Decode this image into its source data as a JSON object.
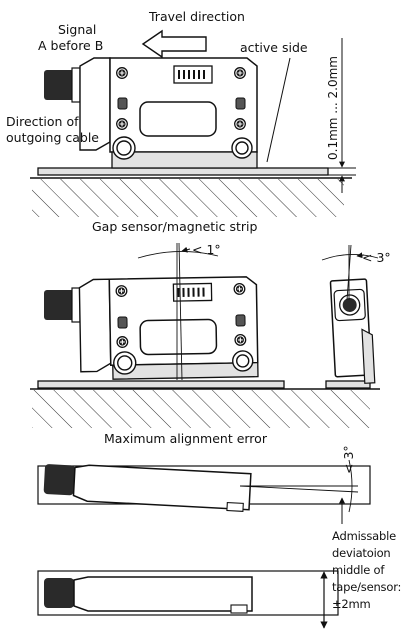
{
  "labels": {
    "travel_direction": "Travel direction",
    "signal_line1": "Signal",
    "signal_line2": "A before B",
    "active_side": "active side",
    "gap_range": "0.1mm ... 2.0mm",
    "cable_line1": "Direction of",
    "cable_line2": "outgoing cable",
    "caption_gap": "Gap sensor/magnetic strip",
    "angle_1": "< 1°",
    "angle_3_top": "< 3°",
    "caption_alignment": "Maximum alignment error",
    "angle_3_side": "< 3°",
    "dev_line1": "Admissable",
    "dev_line2": "deviatoion",
    "dev_line3": "middle of",
    "dev_line4": "tape/sensor:",
    "dev_line5": "±2mm"
  },
  "icons": {
    "travel_arrow": "left-arrow-icon",
    "mount_screw": "cross-screw-icon",
    "status_led": "square-led-icon",
    "connector": "connector-pins-icon"
  },
  "colors": {
    "stroke": "#1a1a1a",
    "cable": "#2a2a2a",
    "strip": "#e2e2e2",
    "body": "#ffffff"
  }
}
